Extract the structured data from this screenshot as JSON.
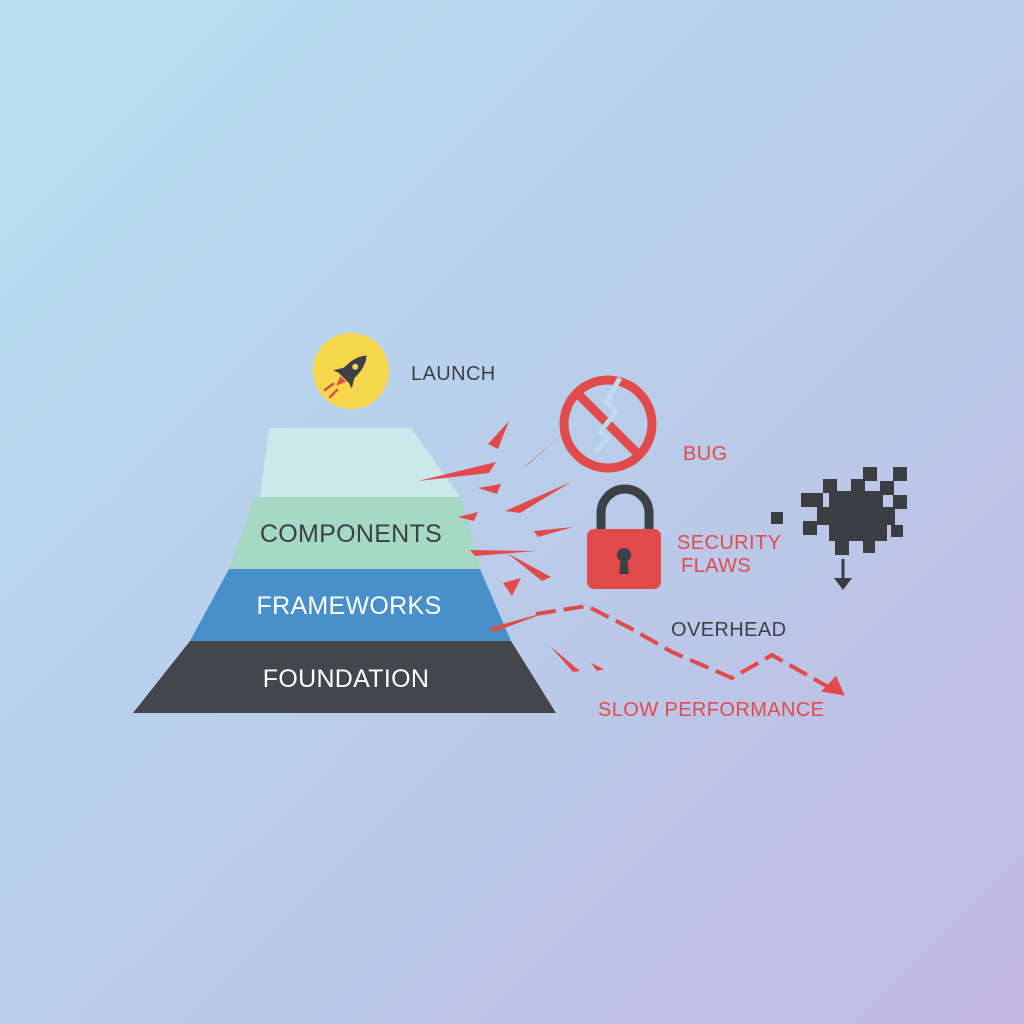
{
  "launch": {
    "label": "LAUNCH",
    "icon": "rocket-icon"
  },
  "pyramid": {
    "tiers": [
      {
        "label": "",
        "color": "#cbe9ea",
        "text_color": "#3b4046"
      },
      {
        "label": "COMPONENTS",
        "color": "#a6d9c3",
        "text_color": "#3b4046"
      },
      {
        "label": "FRAMEWORKS",
        "color": "#4790c9",
        "text_color": "#ffffff"
      },
      {
        "label": "FOUNDATION",
        "color": "#43464b",
        "text_color": "#ffffff"
      }
    ]
  },
  "problems": {
    "bug": {
      "label": "BUG",
      "icon": "broken-prohibition-icon"
    },
    "security": {
      "line1": "SECURITY",
      "line2": "FLAWS",
      "icon": "padlock-icon"
    },
    "overhead": {
      "label": "OVERHEAD",
      "icon": "pixel-glitch-icon"
    },
    "slow": {
      "label": "SLOW PERFORMANCE",
      "icon": "downward-trend-arrow-icon"
    }
  },
  "colors": {
    "accent_red": "#e24b4b",
    "dark_text": "#3c4147",
    "launch_yellow": "#f6d64a",
    "glitch_gray": "#3b3d42"
  }
}
